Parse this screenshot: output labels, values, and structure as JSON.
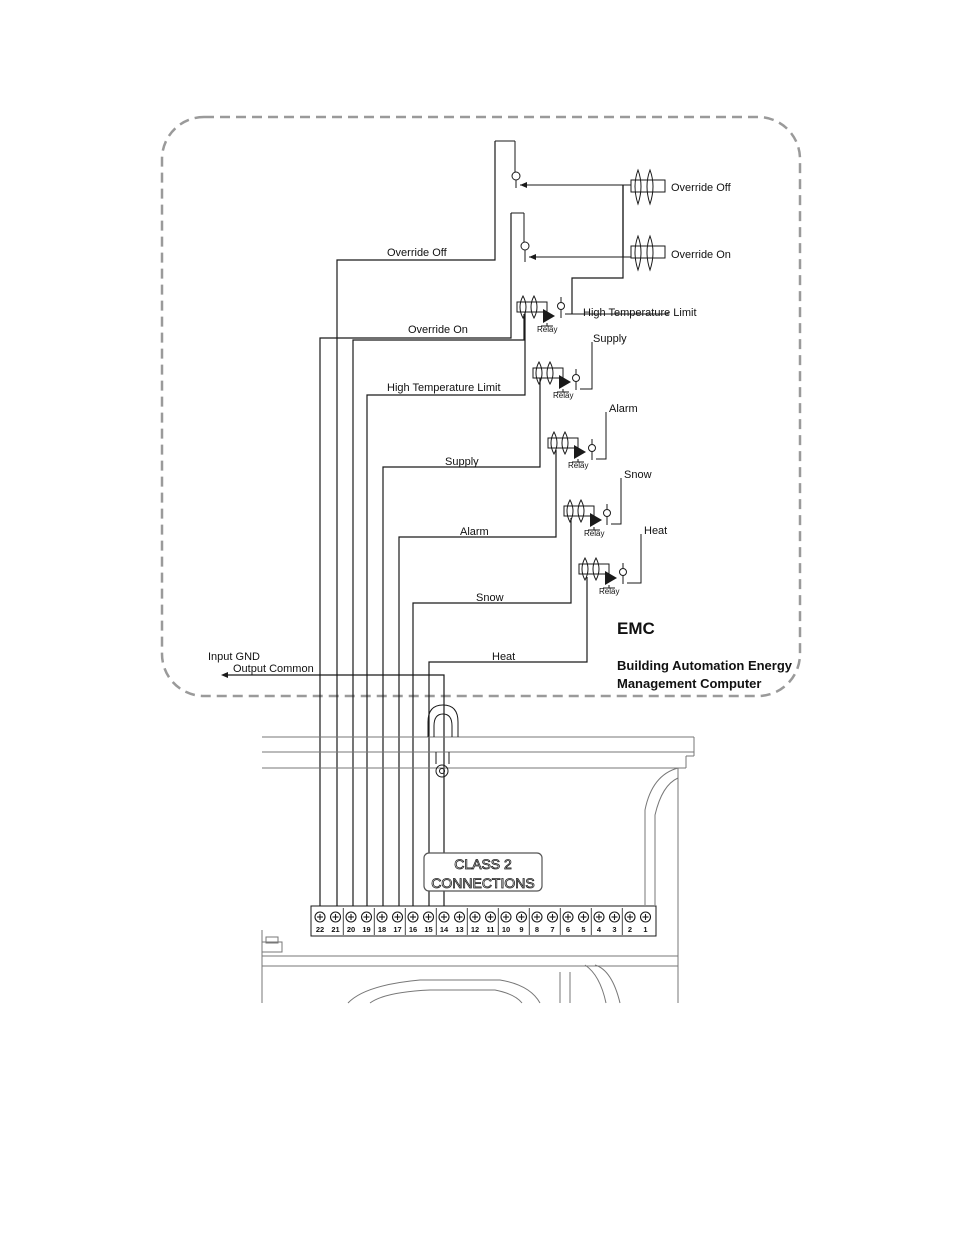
{
  "emc": {
    "title": "EMC",
    "subtitle_line1": "Building Automation Energy",
    "subtitle_line2": "Management Computer"
  },
  "switch_labels": {
    "override_off": "Override Off",
    "override_on": "Override On"
  },
  "relay_contact_labels": {
    "high_temperature_limit": "High Temperature Limit",
    "supply": "Supply",
    "alarm": "Alarm",
    "snow": "Snow",
    "heat": "Heat"
  },
  "relay_caption": "Relay",
  "wire_labels": {
    "override_off": "Override Off",
    "override_on": "Override On",
    "high_temperature_limit": "High Temperature Limit",
    "supply": "Supply",
    "alarm": "Alarm",
    "snow": "Snow",
    "heat": "Heat",
    "input_gnd": "Input GND",
    "output_common": "Output Common"
  },
  "panel": {
    "class2_line1": "CLASS 2",
    "class2_line2": "CONNECTIONS"
  },
  "terminals": [
    "22",
    "21",
    "20",
    "19",
    "18",
    "17",
    "16",
    "15",
    "14",
    "13",
    "12",
    "11",
    "10",
    "9",
    "8",
    "7",
    "6",
    "5",
    "4",
    "3",
    "2",
    "1"
  ]
}
